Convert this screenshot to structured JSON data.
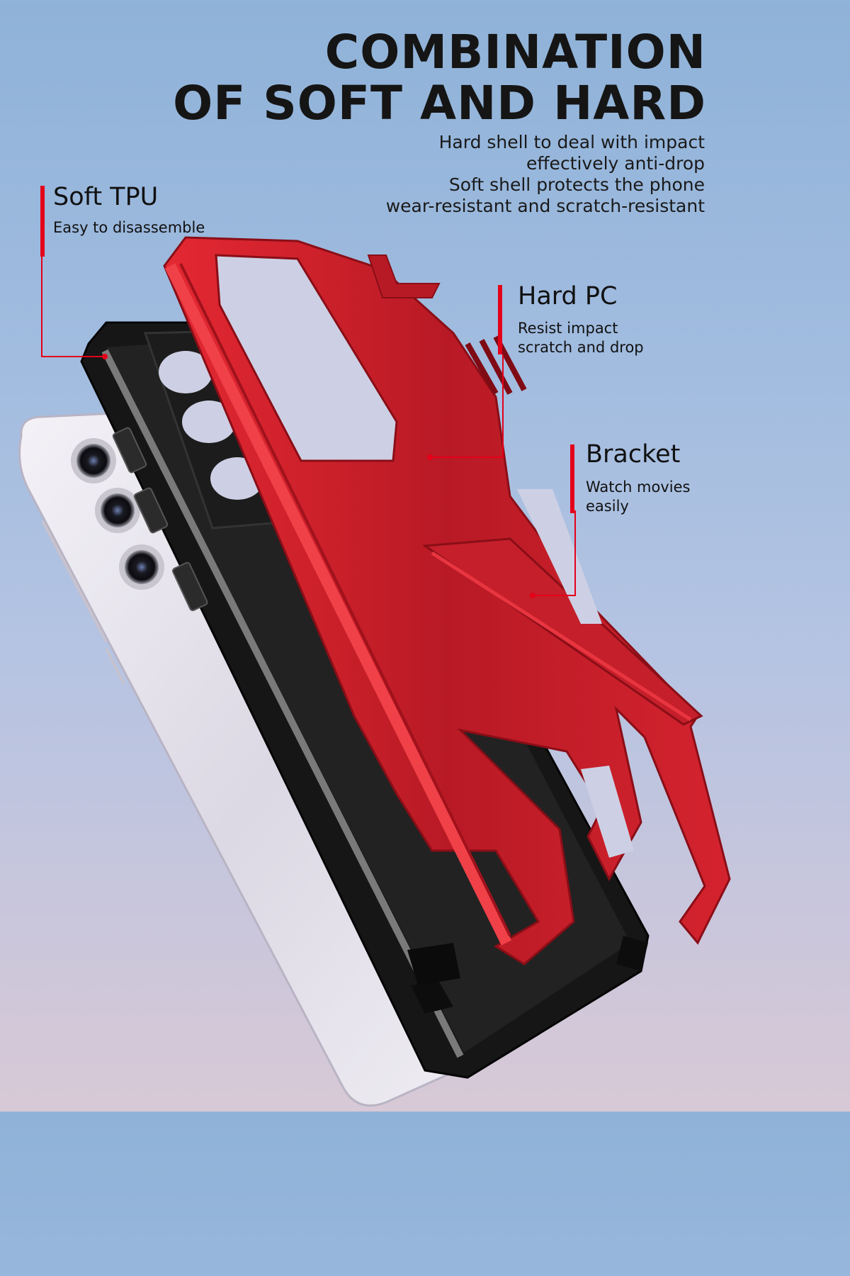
{
  "headline": {
    "line1": "COMBINATION",
    "line2": "OF SOFT AND HARD"
  },
  "subtext": [
    "Hard shell to deal with impact",
    "effectively anti-drop",
    "Soft shell protects the phone",
    "wear-resistant and scratch-resistant"
  ],
  "callouts": {
    "soft_tpu": {
      "title": "Soft TPU",
      "desc": [
        "Easy to disassemble"
      ]
    },
    "hard_pc": {
      "title": "Hard PC",
      "desc": [
        "Resist impact",
        "scratch and drop"
      ]
    },
    "bracket": {
      "title": "Bracket",
      "desc": [
        "Watch movies",
        "easily"
      ]
    }
  },
  "colors": {
    "accent_red": "#e4001a",
    "case_red": "#c8202c",
    "tpu_black": "#151515",
    "phone_silver": "#e9e6ee"
  }
}
